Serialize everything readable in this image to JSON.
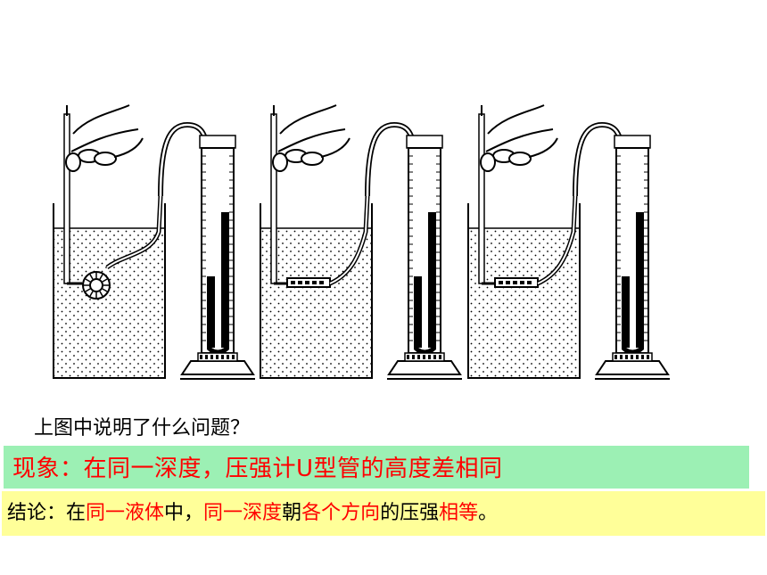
{
  "question": "上图中说明了什么问题？",
  "phenomenon": "现象：在同一深度，压强计U型管的高度差相同",
  "conclusion_parts": [
    {
      "text": "结论：在",
      "color": "black"
    },
    {
      "text": "同一液体",
      "color": "red"
    },
    {
      "text": "中，",
      "color": "black"
    },
    {
      "text": "同一深度",
      "color": "red"
    },
    {
      "text": "朝",
      "color": "black"
    },
    {
      "text": "各个方向",
      "color": "red"
    },
    {
      "text": "的压强",
      "color": "black"
    },
    {
      "text": "相等",
      "color": "red"
    },
    {
      "text": "。",
      "color": "black"
    }
  ],
  "colors": {
    "phenomenon_bg": "#9cf0b4",
    "conclusion_bg": "#ffff99",
    "emphasis": "#ff0000"
  },
  "apparatus": [
    {
      "probe_orientation": "sideways"
    },
    {
      "probe_orientation": "up"
    },
    {
      "probe_orientation": "down"
    }
  ]
}
